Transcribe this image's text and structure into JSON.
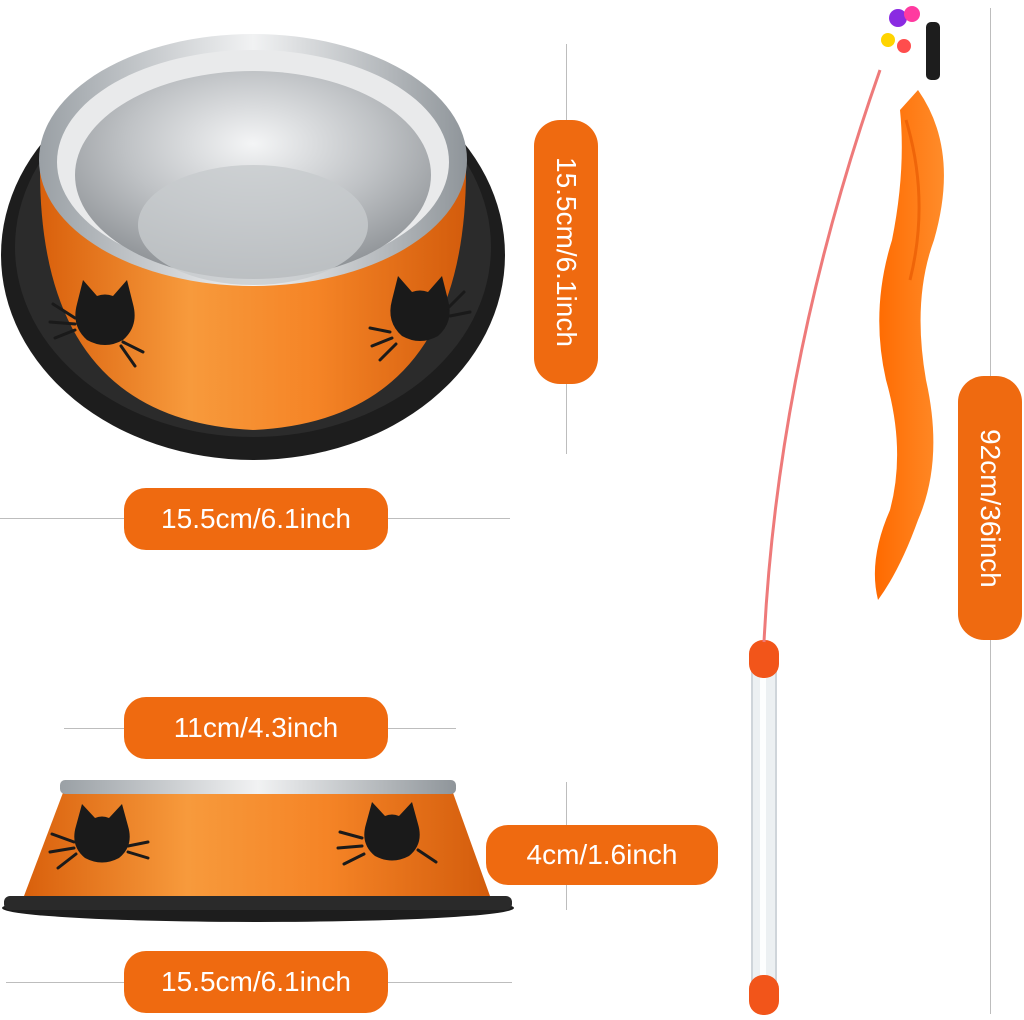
{
  "colors": {
    "accent": "#ef6a10",
    "bowl_orange": "#f3811e",
    "rubber_base": "#1d1d1d",
    "steel": "#d2d4d6",
    "silhouette": "#1a1a1a"
  },
  "icons": [
    "cat-head-silhouette-icon",
    "bell-icon",
    "pompom-icon"
  ],
  "labels": {
    "bowl_height": "15.5cm/6.1inch",
    "bowl_top_width": "15.5cm/6.1inch",
    "bowl_inner_width": "11cm/4.3inch",
    "bowl_side_height": "4cm/1.6inch",
    "bowl_base_width": "15.5cm/6.1inch",
    "wand_length": "92cm/36inch"
  }
}
